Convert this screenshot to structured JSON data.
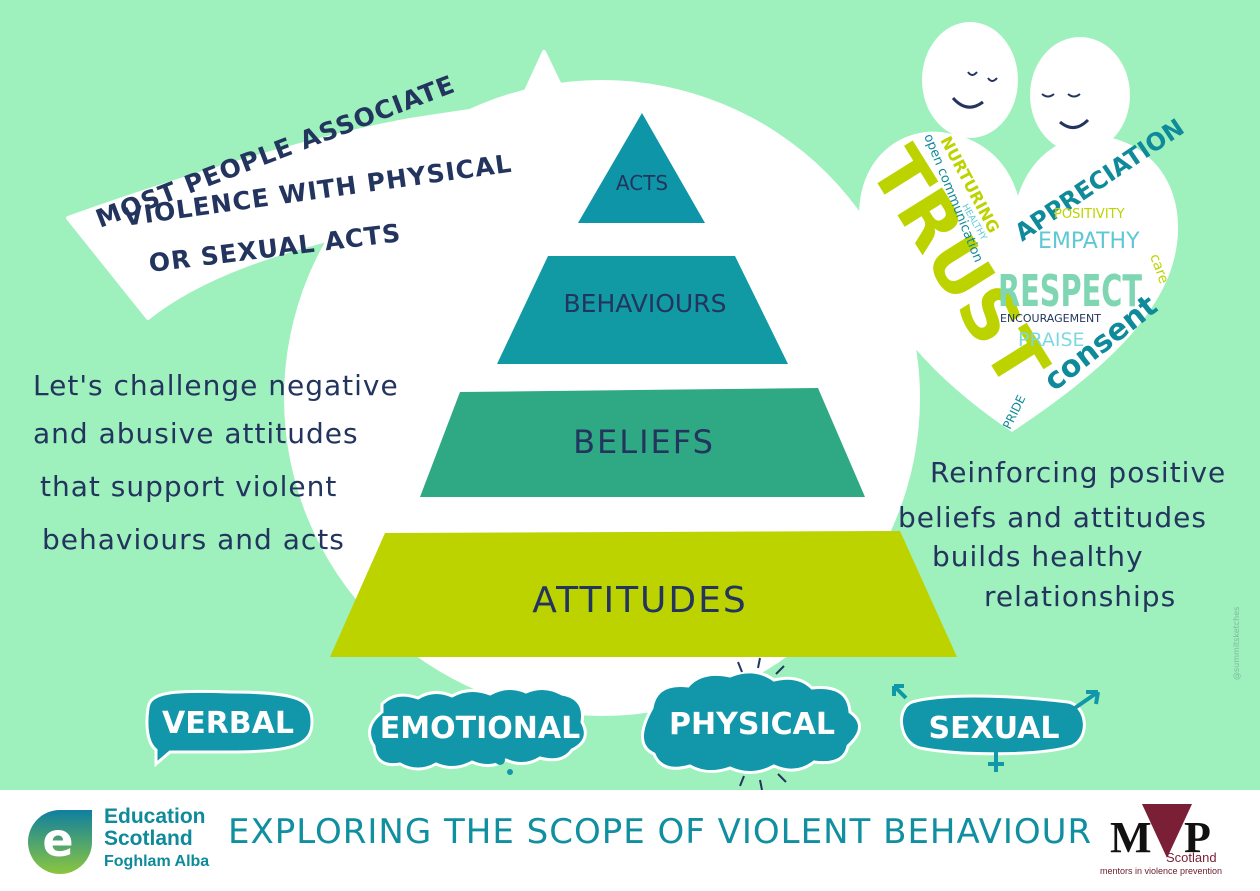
{
  "colors": {
    "background": "#9ef0bd",
    "acts": "#0e96a8",
    "behaviours": "#119aa3",
    "beliefs": "#2ea984",
    "attitudes": "#bcd300",
    "navy_text": "#23355e",
    "bubble": "#1297aa"
  },
  "arrow_text": [
    "MOST PEOPLE ASSOCIATE",
    "VIOLENCE WITH PHYSICAL",
    "OR SEXUAL ACTS"
  ],
  "pyramid": {
    "acts": "ACTS",
    "behaviours": "BEHAVIOURS",
    "beliefs": "BELIEFS",
    "attitudes": "ATTITUDES"
  },
  "left_text": [
    "Let's challenge negative",
    "and abusive attitudes",
    "that support violent",
    "behaviours and acts"
  ],
  "right_text": [
    "Reinforcing positive",
    "beliefs and attitudes",
    "builds healthy",
    "relationships"
  ],
  "heart_words": {
    "trust": "TRUST",
    "nurturing": "NURTURING",
    "open_communication": "open communication",
    "healthy": "HEALTHY",
    "appreciation": "APPRECIATION",
    "positivity": "POSITIVITY",
    "empathy": "EMPATHY",
    "respect": "RESPECT",
    "care": "care",
    "encouragement": "ENCOURAGEMENT",
    "praise": "PRAISE",
    "consent": "consent",
    "pride": "PRIDE"
  },
  "bubbles": {
    "verbal": "VERBAL",
    "emotional": "EMOTIONAL",
    "physical": "PHYSICAL",
    "sexual": "SEXUAL"
  },
  "footer": {
    "logo_letter": "e",
    "org_line1": "Education",
    "org_line2": "Scotland",
    "org_line3": "Foghlam Alba",
    "title": "EXPLORING THE SCOPE OF VIOLENT BEHAVIOUR",
    "mvp_m": "M",
    "mvp_p": "P",
    "mvp_scotland": "Scotland",
    "mvp_tagline": "mentors in violence prevention"
  },
  "credit": "@summitsketches"
}
